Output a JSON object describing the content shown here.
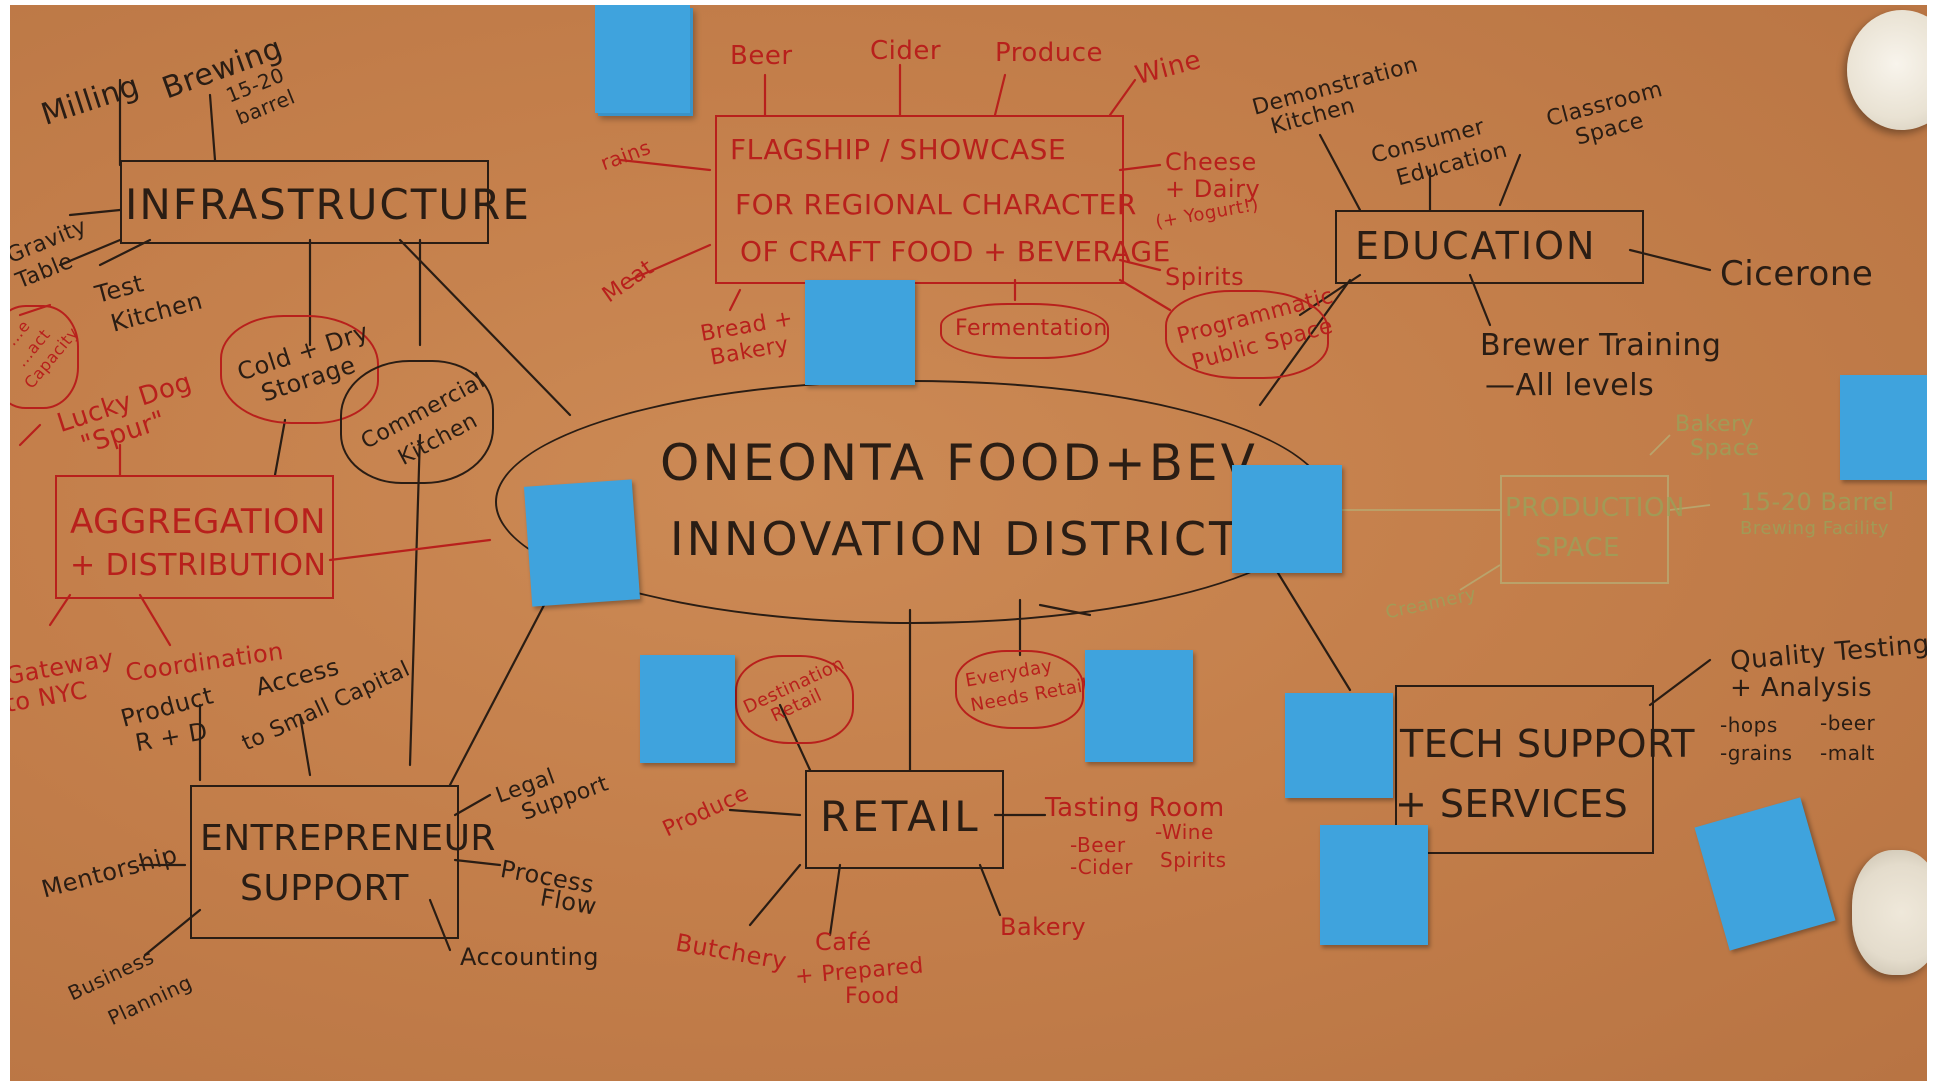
{
  "center": {
    "line1": "ONEONTA FOOD+BEV",
    "line2": "INNOVATION DISTRICT"
  },
  "infrastructure": {
    "title": "INFRASTRUCTURE",
    "milling": "Milling",
    "brewing": "Brewing",
    "barrel": "15-20",
    "barrel2": "barrel",
    "gravity": "Gravity",
    "table": "Table",
    "test": "Test",
    "kitchen": "Kitchen",
    "cold_dry": "Cold + Dry",
    "storage": "Storage",
    "commercial": "Commercial",
    "kitchen2": "Kitchen",
    "capacity_1": "...e",
    "capacity_2": "...act",
    "capacity_3": "Capacity"
  },
  "aggregation": {
    "title_1": "AGGREGATION",
    "title_2": "+ DISTRIBUTION",
    "lucky": "Lucky Dog",
    "spur": "\"Spur\"",
    "gateway": "Gateway",
    "nyc": "to NYC",
    "coordination": "Coordination"
  },
  "flagship": {
    "line1": "FLAGSHIP / SHOWCASE",
    "line2": "FOR REGIONAL CHARACTER",
    "line3": "OF CRAFT FOOD + BEVERAGE",
    "beer": "Beer",
    "cider": "Cider",
    "produce": "Produce",
    "wine": "Wine",
    "grains": "rains",
    "meat": "Meat",
    "cheese_1": "Cheese",
    "cheese_2": "+ Dairy",
    "cheese_3": "(+ Yogurt!)",
    "spirits": "Spirits",
    "bread_1": "Bread +",
    "bread_2": "Bakery",
    "fermentation": "Fermentation",
    "programmatic_1": "Programmatic",
    "programmatic_2": "Public Space"
  },
  "education": {
    "title": "EDUCATION",
    "demo_1": "Demonstration",
    "demo_2": "Kitchen",
    "consumer_1": "Consumer",
    "consumer_2": "Education",
    "classroom_1": "Classroom",
    "classroom_2": "Space",
    "cicerone": "Cicerone",
    "brewer_1": "Brewer Training",
    "brewer_2": "—All levels"
  },
  "production": {
    "title_1": "PRODUCTION",
    "title_2": "SPACE",
    "bakery_1": "Bakery",
    "bakery_2": "Space",
    "barrel_1": "15-20 Barrel",
    "barrel_2": "Brewing Facility",
    "creamery": "Creamery"
  },
  "entrepreneur": {
    "title_1": "ENTREPRENEUR",
    "title_2": "SUPPORT",
    "product_1": "Product",
    "product_2": "R + D",
    "access_1": "Access",
    "access_2": "to Small Capital",
    "legal_1": "Legal",
    "legal_2": "Support",
    "process_1": "Process",
    "process_2": "Flow",
    "accounting": "Accounting",
    "mentorship": "Mentorship",
    "business_1": "Business",
    "business_2": "Planning"
  },
  "retail": {
    "title": "RETAIL",
    "destination_1": "Destination",
    "destination_2": "Retail",
    "everyday_1": "Everyday",
    "everyday_2": "Needs Retail",
    "produce": "Produce",
    "tasting": "Tasting Room",
    "beer": "-Beer",
    "cider": "-Cider",
    "wine": "-Wine",
    "spirits": "Spirits",
    "butchery": "Butchery",
    "cafe_1": "Café",
    "cafe_2": "+ Prepared",
    "cafe_3": "Food",
    "bakery": "Bakery"
  },
  "tech": {
    "title_1": "TECH SUPPORT",
    "title_2": "+ SERVICES",
    "quality_1": "Quality Testing",
    "quality_2": "+ Analysis",
    "hops": "-hops",
    "beer": "-beer",
    "grains": "-grains",
    "malt": "-malt"
  },
  "stickies": {
    "s1": "",
    "s2": "",
    "s3": "",
    "s4": "",
    "s5": "",
    "s6": "",
    "s7": "",
    "s8": "",
    "s9": "",
    "s10": "",
    "s11": ""
  },
  "colors": {
    "paper": "#c47f4b",
    "marker_black": "#2a1d14",
    "marker_red": "#b8201c",
    "sticky_blue": "#3fa3dd"
  }
}
